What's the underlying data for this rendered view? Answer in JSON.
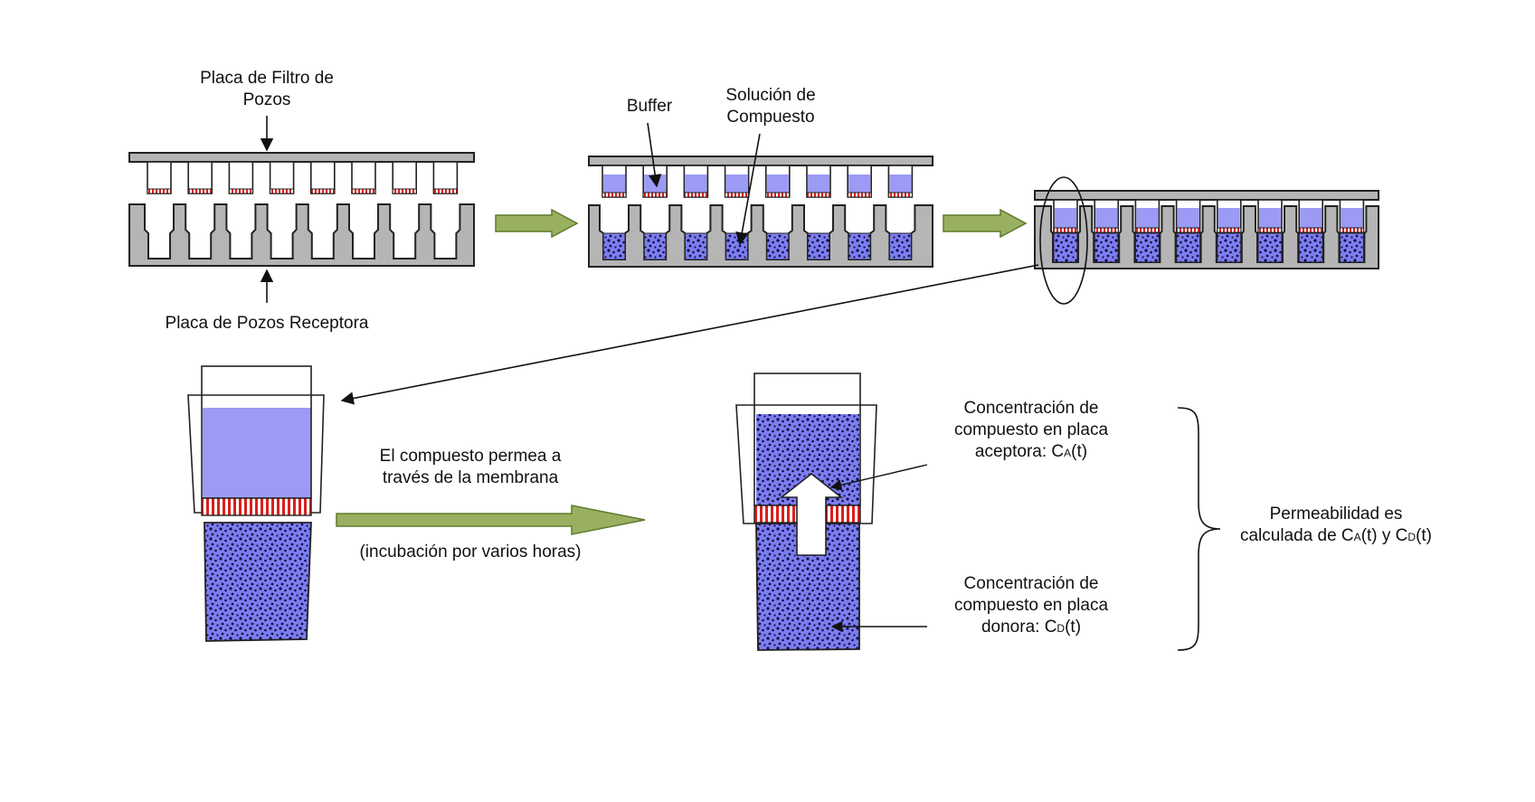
{
  "labels": {
    "filter_plate": [
      "Placa de Filtro de",
      "Pozos"
    ],
    "receiver_plate": "Placa de Pozos Receptora",
    "buffer": "Buffer",
    "compound_solution": [
      "Solución de",
      "Compuesto"
    ],
    "permeates": [
      "El compuesto permea a",
      "través de la membrana"
    ],
    "incubation": "(incubación por varios horas)",
    "acceptor_conc": {
      "line1": "Concentración de",
      "line2": "compuesto en placa",
      "line3_prefix": "aceptora: C",
      "line3_sub": "A",
      "line3_suffix": "(t)"
    },
    "donor_conc": {
      "line1": "Concentración de",
      "line2": "compuesto en placa",
      "line3_prefix": "donora: C",
      "line3_sub": "D",
      "line3_suffix": "(t)"
    },
    "permeability": {
      "line1": "Permeabilidad es",
      "line2_prefix": "calculada de C",
      "line2_sub1": "A",
      "line2_mid": "(t) y C",
      "line2_sub2": "D",
      "line2_suffix": "(t)"
    }
  },
  "colors": {
    "plate_gray": "#b5b5b5",
    "buffer_blue": "#9b9bf5",
    "compound_blue": "#7d7df2",
    "membrane_red": "#d9201e",
    "arrow_green": "#99b060",
    "arrow_green_stroke": "#5f7a2c",
    "outline": "#222222"
  }
}
